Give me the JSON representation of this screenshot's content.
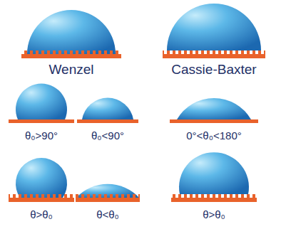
{
  "diagram": {
    "labels": [
      "Wenzel",
      "Cassie-Baxter",
      "θ₀>90°",
      "θ₀<90°",
      "0°<θ₀<180°",
      "θ>θ₀",
      "θ<θ₀",
      "θ>θ₀"
    ]
  }
}
